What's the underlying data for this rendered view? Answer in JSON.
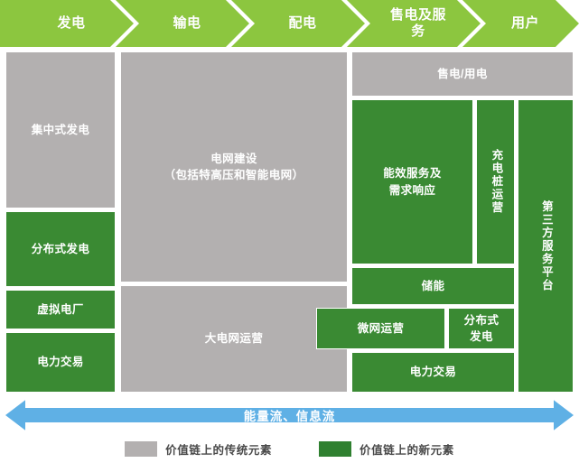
{
  "header": {
    "stages": [
      {
        "label": "发电"
      },
      {
        "label": "输电"
      },
      {
        "label": "配电"
      },
      {
        "label": "售电及服\n务"
      },
      {
        "label": "用户"
      }
    ]
  },
  "matrix": {
    "boxes": [
      {
        "label": "集中式发电",
        "type": "传统"
      },
      {
        "label": "分布式发电",
        "type": "新"
      },
      {
        "label": "虚拟电厂",
        "type": "新"
      },
      {
        "label": "电力交易",
        "type": "新"
      },
      {
        "label": "电网建设\n（包括特高压和智能电网）",
        "type": "传统"
      },
      {
        "label": "大电网运营",
        "type": "传统"
      },
      {
        "label": "售电/用电",
        "type": "传统"
      },
      {
        "label": "能效服务及\n需求响应",
        "type": "新"
      },
      {
        "label": "充电桩运营",
        "type": "新"
      },
      {
        "label": "第三方服务平台",
        "type": "新"
      },
      {
        "label": "储能",
        "type": "新"
      },
      {
        "label": "微网运营",
        "type": "新"
      },
      {
        "label": "分布式\n发电",
        "type": "新"
      },
      {
        "label": "电力交易",
        "type": "新"
      }
    ]
  },
  "flow": {
    "label": "能量流、信息流"
  },
  "legend": {
    "items": [
      {
        "label": "价值链上的传统元素",
        "color": "#b3b0b0"
      },
      {
        "label": "价值链上的新元素",
        "color": "#2f8030"
      }
    ]
  },
  "colors": {
    "header_green": "#8cc63f",
    "box_green": "#3a8a33",
    "box_gray": "#b3b0b0",
    "flow_blue": "#5fb0e5",
    "legend_text": "#4a4a4a",
    "white": "#ffffff"
  }
}
